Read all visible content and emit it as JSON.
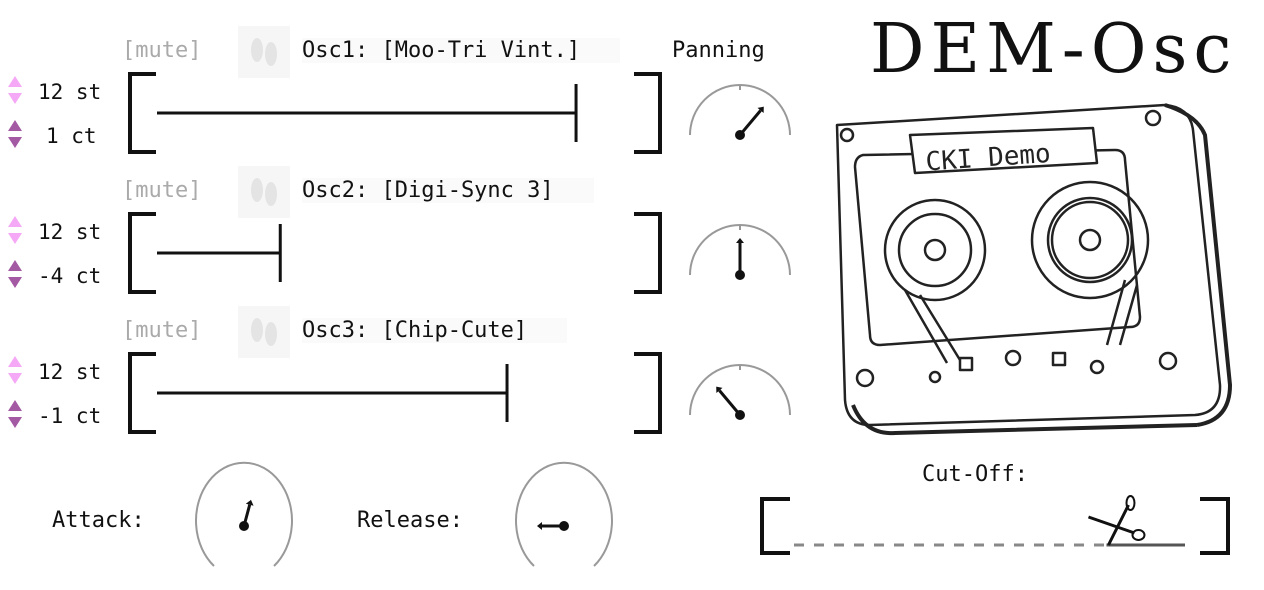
{
  "app": {
    "title": "DEM-Osc",
    "cassette_label": "CKI Demo"
  },
  "panning_label": "Panning",
  "oscillators": [
    {
      "mute_label": "[mute]",
      "name": "Osc1: [Moo-Tri Vint.]",
      "semitones": "12 st",
      "cents": "1 ct",
      "level": 0.85,
      "pan_angle_deg": 40
    },
    {
      "mute_label": "[mute]",
      "name": "Osc2: [Digi-Sync 3]",
      "semitones": "12 st",
      "cents": "-4 ct",
      "level": 0.25,
      "pan_angle_deg": 0
    },
    {
      "mute_label": "[mute]",
      "name": "Osc3: [Chip-Cute]",
      "semitones": "12 st",
      "cents": "-1 ct",
      "level": 0.71,
      "pan_angle_deg": -40
    }
  ],
  "envelope": {
    "attack": {
      "label": "Attack:",
      "angle_deg": 15
    },
    "release": {
      "label": "Release:",
      "angle_deg": -90
    }
  },
  "cutoff": {
    "label": "Cut-Off:",
    "value": 0.72
  },
  "colors": {
    "semitone_arrow": "#f5a8f5",
    "cent_arrow": "#a35aa3",
    "knob_arc": "#999999"
  }
}
